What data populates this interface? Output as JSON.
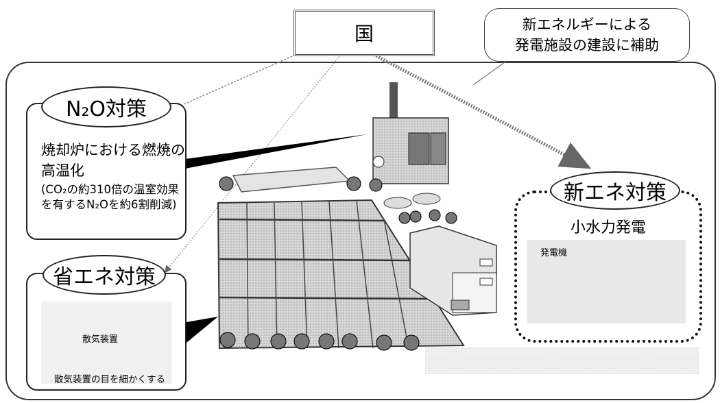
{
  "government": {
    "label": "国"
  },
  "subsidy_note": {
    "line1": "新エネルギーによる",
    "line2": "発電施設の建設に補助"
  },
  "n2o_measure": {
    "title": "N₂O対策",
    "main_text": "焼却炉における燃焼の高温化",
    "note_text": "(CO₂の約310倍の温室効果を有するN₂Oを約6割削減)"
  },
  "energy_saving": {
    "title": "省エネ対策",
    "device_label": "散気装置",
    "caption": "散気装置の目を細かくする"
  },
  "new_energy": {
    "title": "新エネ対策",
    "subtitle": "小水力発電",
    "generator_label": "発電機"
  }
}
